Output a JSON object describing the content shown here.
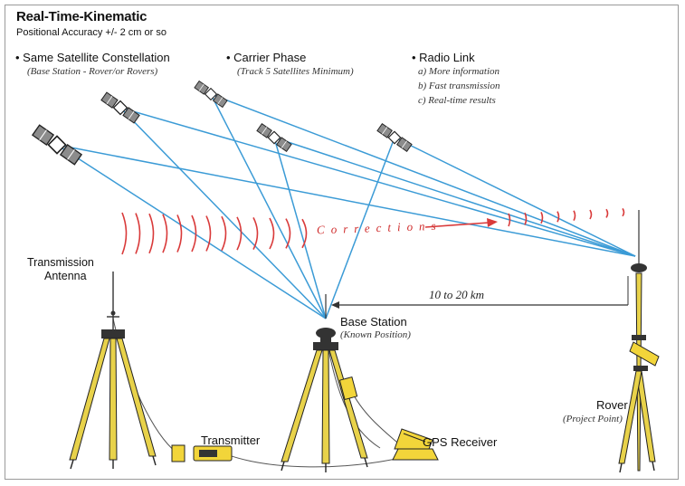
{
  "title": "Real-Time-Kinematic",
  "subtitle": "Positional Accuracy +/- 2 cm or so",
  "features": [
    {
      "heading": "• Same Satellite Constellation",
      "note": "(Base Station - Rover/or Rovers)"
    },
    {
      "heading": "• Carrier Phase",
      "note": "(Track 5 Satellites Minimum)"
    },
    {
      "heading": "• Radio Link",
      "items": [
        "a)  More information",
        "b)  Fast transmission",
        "c)  Real-time results"
      ]
    }
  ],
  "labels": {
    "transmission_antenna_line1": "Transmission",
    "transmission_antenna_line2": "Antenna",
    "base_station": "Base Station",
    "base_station_note": "(Known Position)",
    "rover": "Rover",
    "rover_note": "(Project Point)",
    "transmitter": "Transmitter",
    "gps_receiver": "GPS Receiver",
    "distance": "10 to 20 km",
    "corrections": "Corrections"
  },
  "colors": {
    "signal_line": "#3b9bd6",
    "radio_wave": "#d93a3a",
    "tripod": "#e8d24a",
    "device": "#f2d53a",
    "satellite_panel": "#8c8c8c"
  },
  "icons": [
    "satellite-icon",
    "tripod-icon",
    "gps-antenna-icon",
    "transmitter-icon",
    "gps-receiver-icon",
    "rover-pole-icon"
  ]
}
